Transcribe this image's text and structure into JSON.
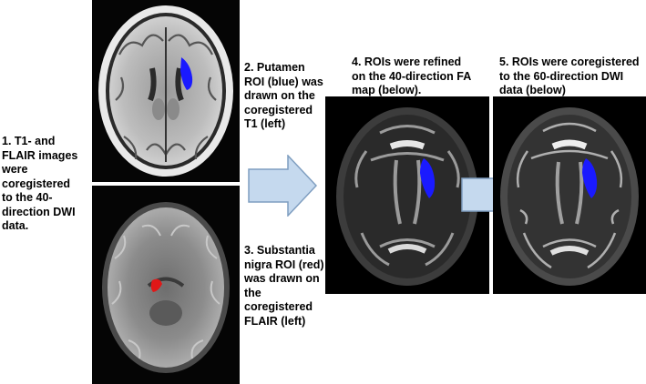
{
  "step1": "1.  T1- and\nFLAIR images\nwere\ncoregistered\nto the 40-\ndirection DWI\ndata.",
  "step2": "2.  Putamen\nROI (blue) was\ndrawn on the\ncoregistered\nT1 (left)",
  "step3": "3. Substantia\nnigra ROI (red)\nwas drawn on\nthe\ncoregistered\nFLAIR (left)",
  "step4": "4.  ROIs were refined\non the 40-direction FA\nmap (below).",
  "step5": "5.  ROIs were coregistered\nto the 60-direction DWI\ndata (below)",
  "colors": {
    "putamen_roi": "#1a1aff",
    "substantia_nigra_roi": "#e01818",
    "arrow_fill": "#c5d9ee",
    "arrow_stroke": "#7f9ec0"
  },
  "images": [
    "t1-axial-brain",
    "flair-axial-brain",
    "fa-map-40-direction",
    "dwi-60-direction"
  ]
}
